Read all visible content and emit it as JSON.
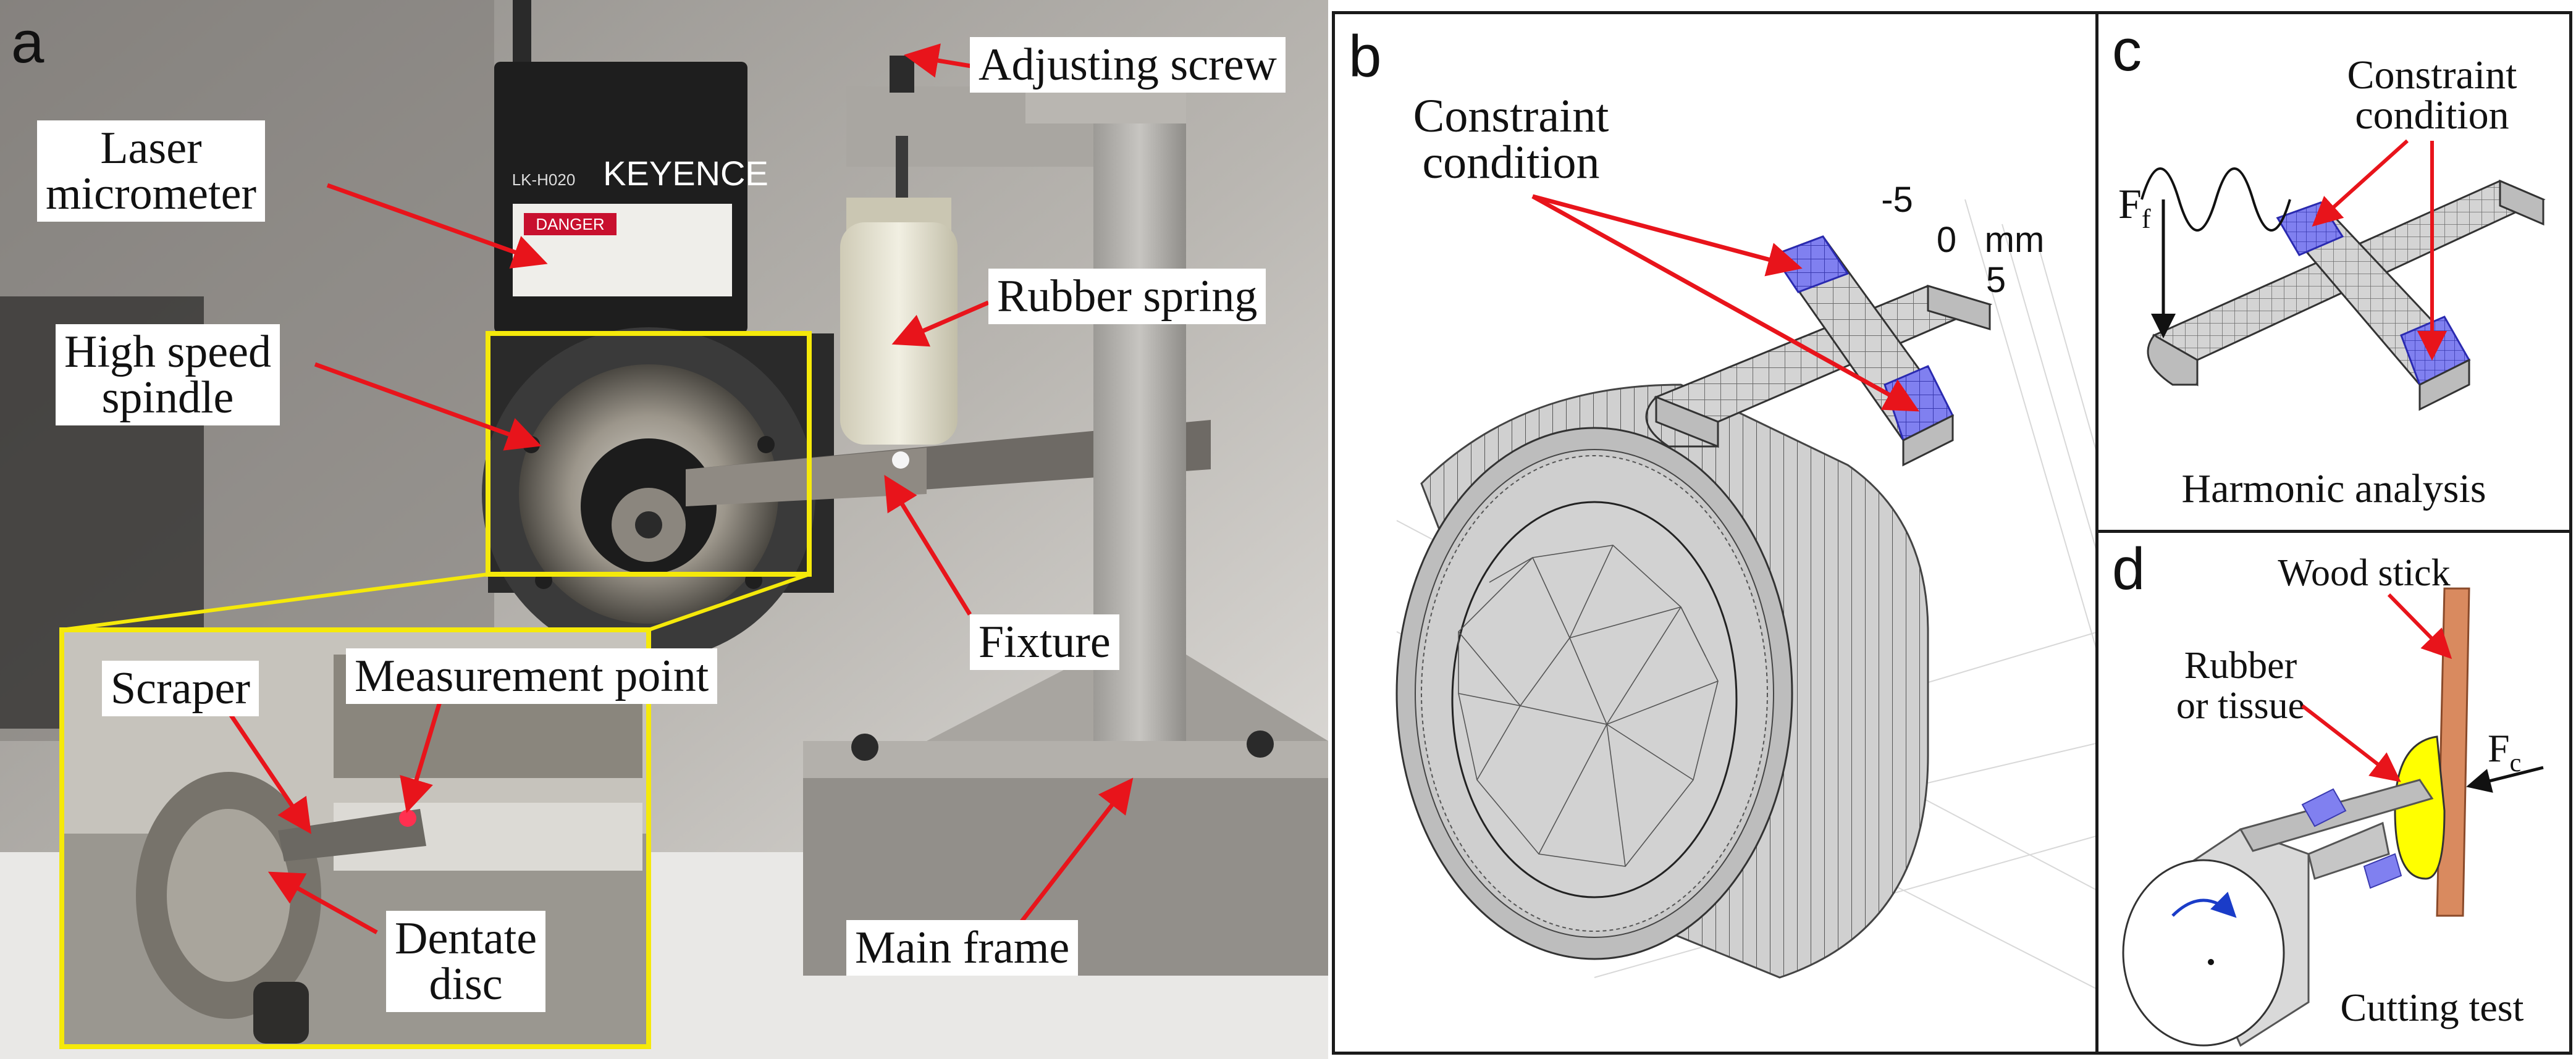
{
  "panels": {
    "a": {
      "letter": "a",
      "labels": {
        "adjusting_screw": "Adjusting screw",
        "laser_line1": "Laser",
        "laser_line2": "micrometer",
        "rubber_spring": "Rubber spring",
        "spindle_line1": "High speed",
        "spindle_line2": "spindle",
        "fixture": "Fixture",
        "scraper": "Scraper",
        "measurement_point": "Measurement point",
        "dentate_line1": "Dentate",
        "dentate_line2": "disc",
        "main_frame": "Main frame"
      },
      "device_text": {
        "brand": "KEYENCE",
        "model": "LK-H020",
        "danger": "DANGER"
      }
    },
    "b": {
      "letter": "b",
      "constraint_line1": "Constraint",
      "constraint_line2": "condition",
      "axis_ticks": [
        "-5",
        "0",
        "5"
      ],
      "axis_unit": "mm"
    },
    "c": {
      "letter": "c",
      "constraint_line1": "Constraint",
      "constraint_line2": "condition",
      "force_label": "F",
      "force_sub": "f",
      "caption": "Harmonic analysis"
    },
    "d": {
      "letter": "d",
      "wood_stick": "Wood stick",
      "rubber_line1": "Rubber",
      "rubber_line2": "or tissue",
      "force_label": "F",
      "force_sub": "c",
      "caption": "Cutting test"
    }
  },
  "colors": {
    "arrow_red": "#e8141b",
    "highlight_yellow": "#f5e90a",
    "mesh_blue": "#8080f0",
    "mesh_gray": "#d4d4d4",
    "rubber_yellow": "#ffff00",
    "wood_brown": "#d98a5f",
    "rotation_blue": "#1a3cc8"
  }
}
